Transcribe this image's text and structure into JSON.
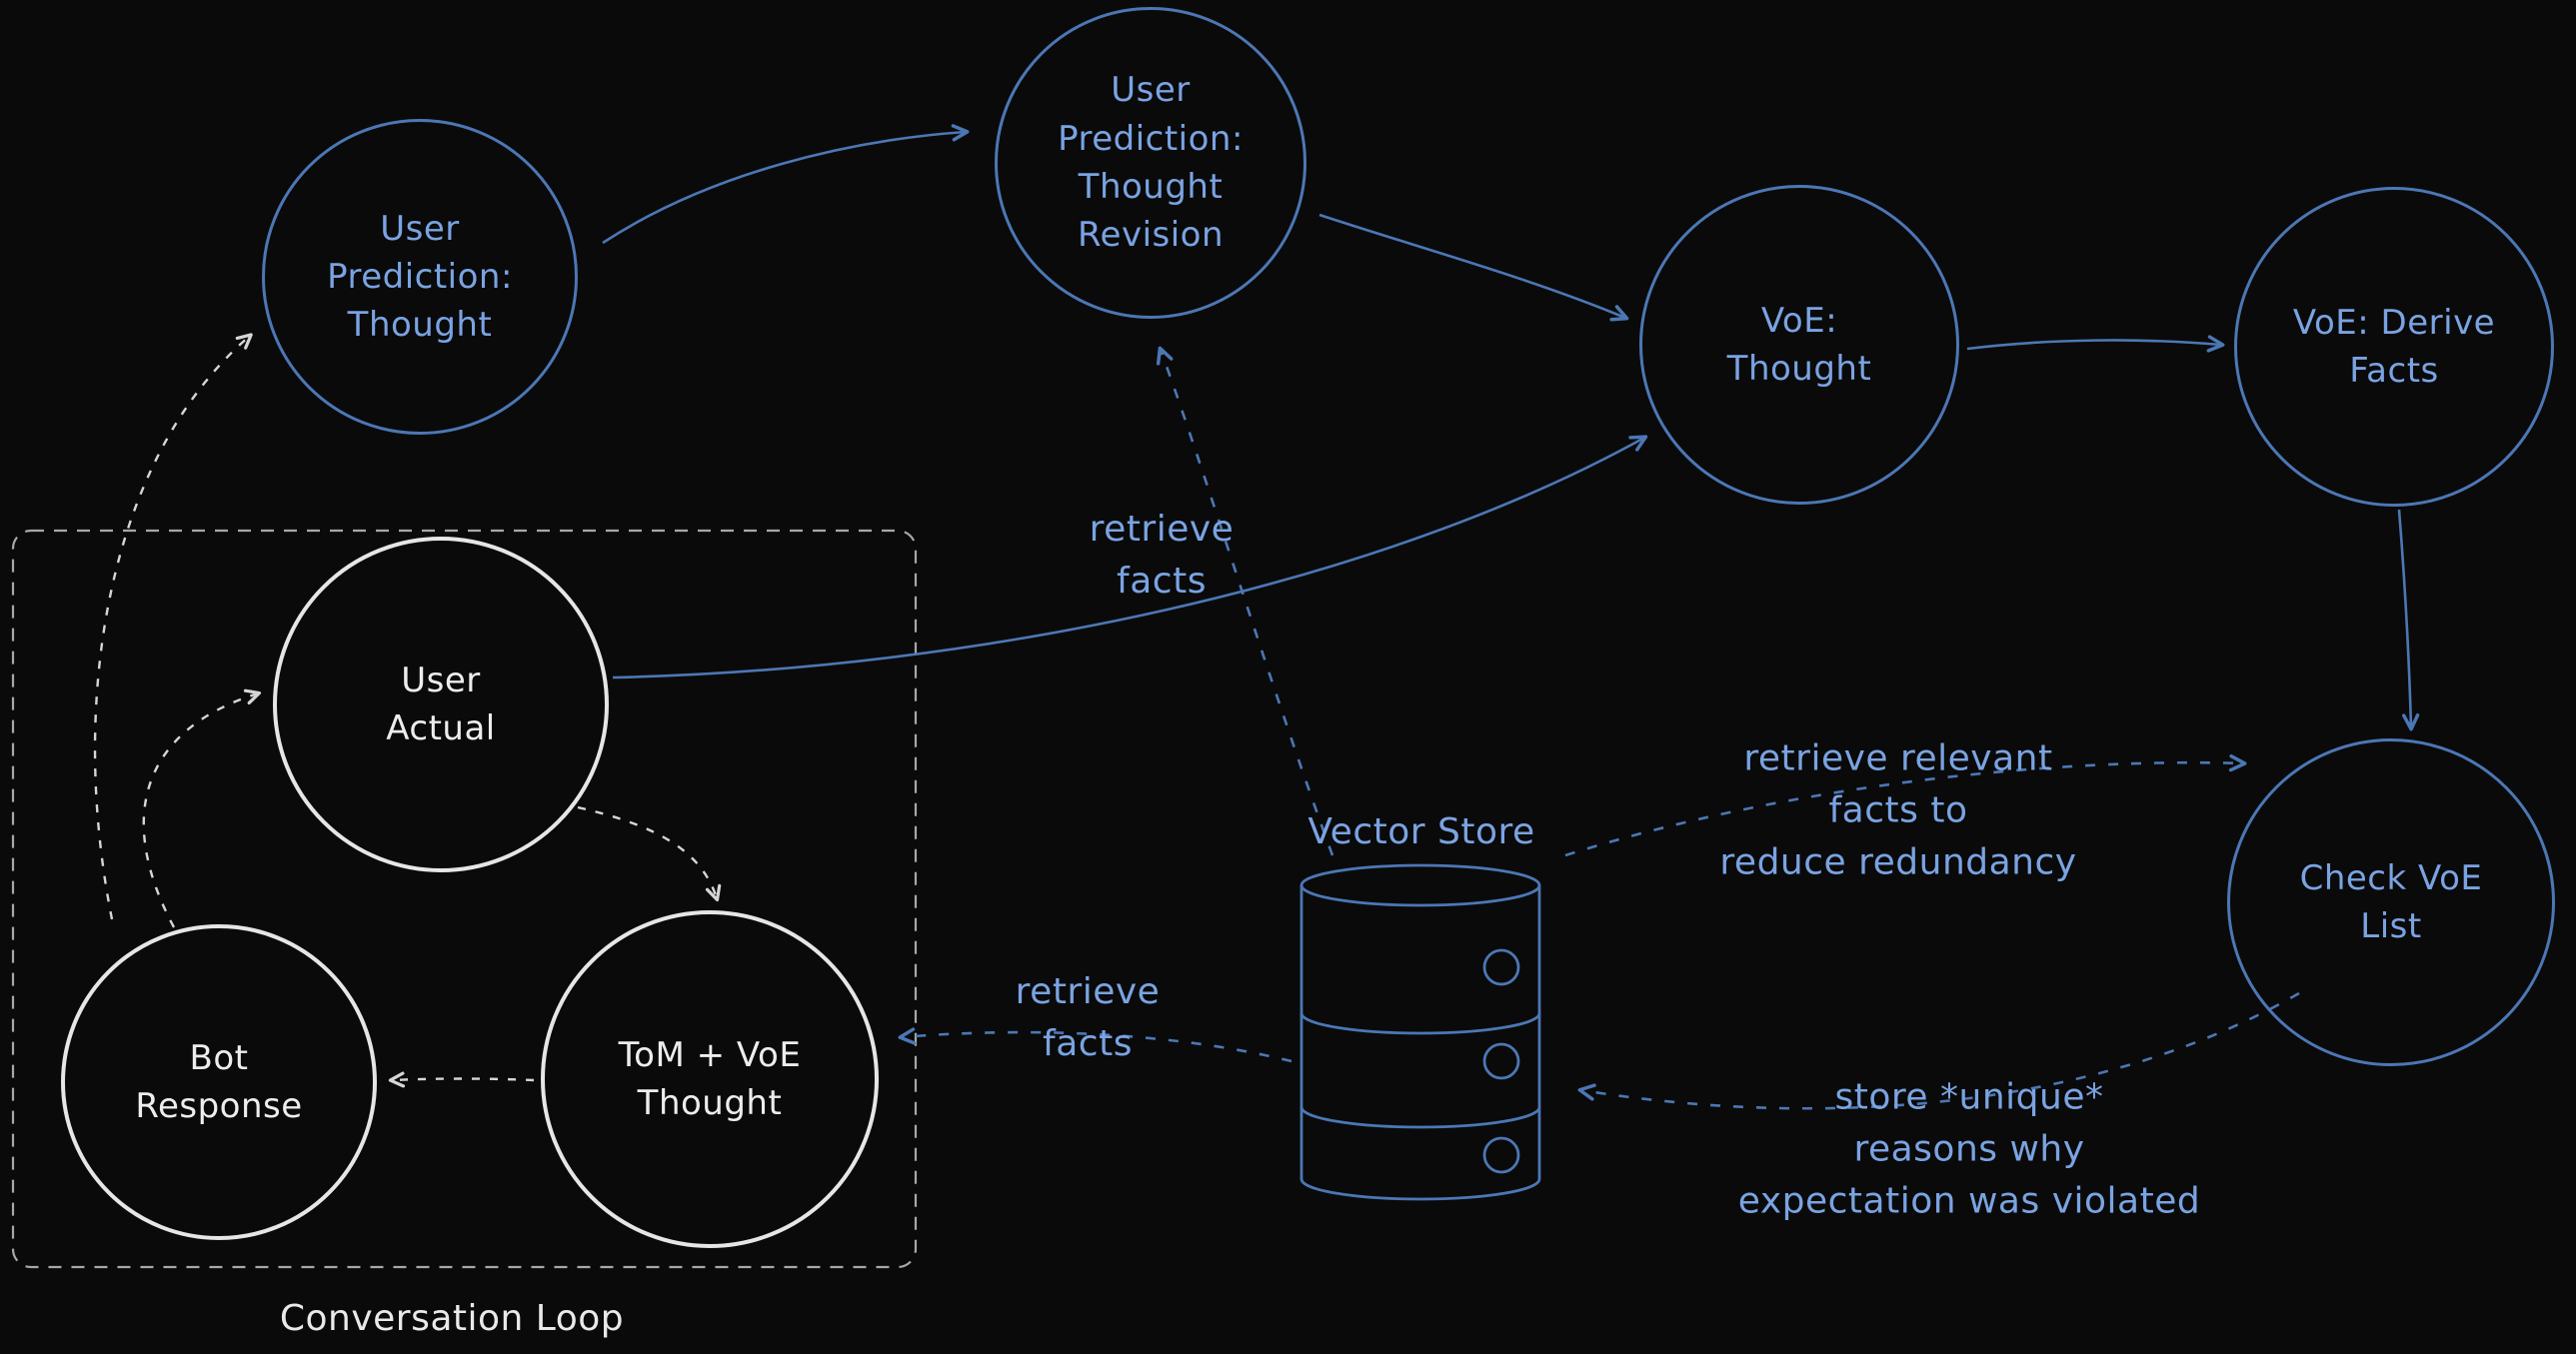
{
  "canvas": {
    "background": "#0a0a0a",
    "accent_blue": "#4c77b5",
    "text_blue": "#7aa3e2",
    "white": "#ededed"
  },
  "nodes": {
    "user_prediction_thought": {
      "label": "User\nPrediction:\nThought"
    },
    "user_prediction_thought_revision": {
      "label": "User\nPrediction:\nThought\nRevision"
    },
    "voe_thought": {
      "label": "VoE:\nThought"
    },
    "voe_derive_facts": {
      "label": "VoE: Derive\nFacts"
    },
    "check_voe_list": {
      "label": "Check VoE\nList"
    },
    "user_actual": {
      "label": "User\nActual"
    },
    "bot_response": {
      "label": "Bot\nResponse"
    },
    "tom_voe_thought": {
      "label": "ToM + VoE\nThought"
    }
  },
  "labels": {
    "vector_store": "Vector Store",
    "conversation_loop": "Conversation Loop",
    "retrieve_facts_top": "retrieve\nfacts",
    "retrieve_facts_left": "retrieve\nfacts",
    "retrieve_relevant": "retrieve relevant\nfacts to\nreduce redundancy",
    "store_unique": "store *unique*\nreasons why\nexpectation was violated"
  }
}
